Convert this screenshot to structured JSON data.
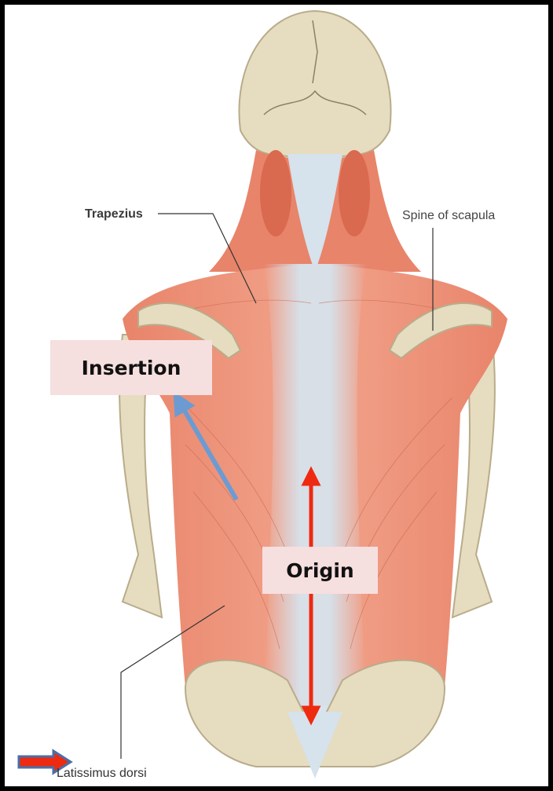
{
  "labels": {
    "trapezius": "Trapezius",
    "spine_of_scapula": "Spine of scapula",
    "latissimus_dorsi": "Latissimus dorsi"
  },
  "callouts": {
    "insertion": "Insertion",
    "origin": "Origin"
  },
  "colors": {
    "muscle": "#e8846a",
    "muscle_light": "#f0a088",
    "tendon": "#d6e2ec",
    "bone": "#e6dcc0",
    "insertion_arrow": "#6c9bd2",
    "origin_arrow": "#ee2a10",
    "callout_bg": "#f6dfdf"
  }
}
